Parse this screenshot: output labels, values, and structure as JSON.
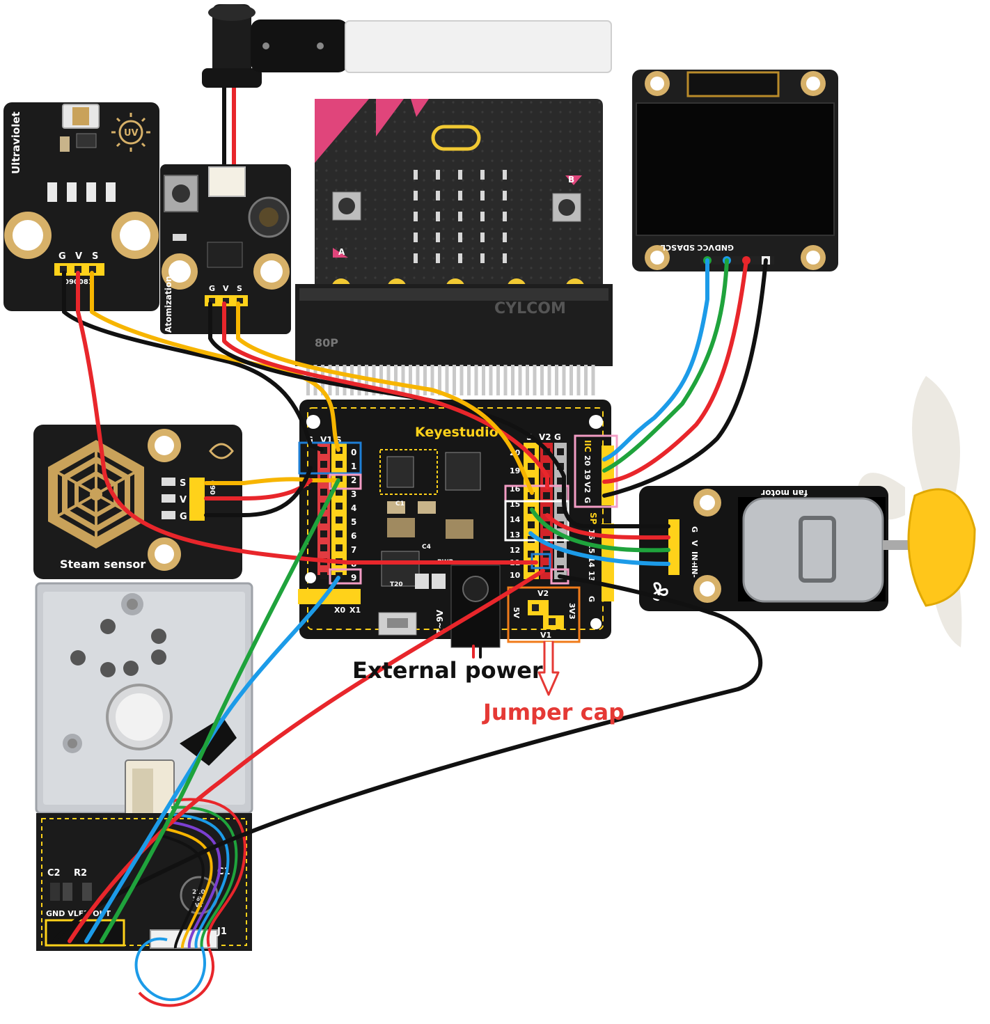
{
  "labels": {
    "external_power": "External power",
    "jumper_cap": "Jumper cap"
  },
  "modules": {
    "uv": {
      "name": "Ultraviolet",
      "badge": "UV",
      "pins": [
        "G",
        "V",
        "S"
      ],
      "code": "090081"
    },
    "atomization": {
      "name": "Atomization",
      "pins": [
        "G",
        "V",
        "S"
      ]
    },
    "steam": {
      "name": "Steam sensor",
      "pins": [
        "S",
        "V",
        "G"
      ],
      "code": "090"
    },
    "oled": {
      "pins": [
        "GND",
        "VCC",
        "SDA",
        "SCL"
      ]
    },
    "fan": {
      "name": "fan motor",
      "pins": [
        "G",
        "V",
        "IN+",
        "IN-"
      ]
    },
    "microbit": {
      "buttons": [
        "A",
        "B"
      ],
      "connector": "CYLCOM",
      "connector_code": "80P"
    },
    "shield": {
      "brand": "Keyestudio",
      "left_header": [
        "G",
        "V1",
        "S"
      ],
      "left_pins": [
        "0",
        "1",
        "2",
        "3",
        "4",
        "5",
        "6",
        "7",
        "8",
        "9"
      ],
      "right_header": [
        "S",
        "V2",
        "G"
      ],
      "right_pins": [
        "20",
        "19",
        "16",
        "15",
        "14",
        "13",
        "12",
        "11",
        "10"
      ],
      "iic_label": "IIC",
      "iic_pins": [
        "20",
        "19",
        "V2",
        "G"
      ],
      "spi_label": "SPI",
      "spi_pins": [
        "16",
        "15",
        "14",
        "13",
        "G"
      ],
      "jumper_labels": [
        "5V",
        "V2",
        "V1",
        "3V3"
      ],
      "dc_label": "7~9V",
      "misc": [
        "X0",
        "X1",
        "T20",
        "C4",
        "C1",
        "PWR"
      ]
    },
    "dust": {
      "pins_label": "GND VLED OUT",
      "labels": [
        "C2",
        "R2",
        "C1",
        "J1"
      ],
      "cap": [
        "220",
        "16V",
        "VT"
      ]
    }
  },
  "colors": {
    "wire_black": "#111111",
    "wire_red": "#e8262b",
    "wire_yellow": "#f7b500",
    "wire_green": "#1fa33c",
    "wire_blue": "#1c9be8",
    "pcb": "#1b1b1b",
    "header_yellow": "#ffd21a",
    "microbit": "#2a2a2a",
    "highlight_blue": "#1e7fd6",
    "highlight_pink": "#f29cc4",
    "highlight_orange": "#f07b1a"
  }
}
